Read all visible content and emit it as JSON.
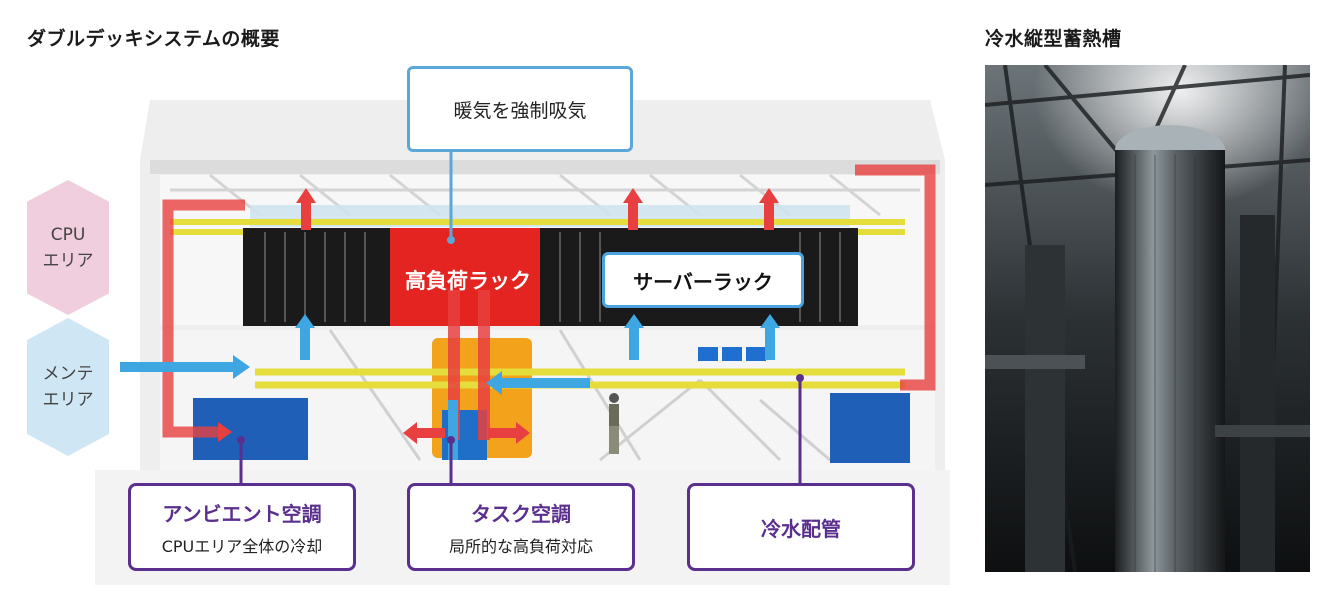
{
  "left_panel": {
    "title": "ダブルデッキシステムの概要"
  },
  "right_panel": {
    "title": "冷水縦型蓄熱槽"
  },
  "zones": {
    "cpu": {
      "line1": "CPU",
      "line2": "エリア"
    },
    "maintenance": {
      "line1": "メンテ",
      "line2": "エリア"
    }
  },
  "callouts": {
    "intake": "暖気を強制吸気",
    "high_load_rack": "高負荷ラック",
    "server_rack": "サーバーラック",
    "ambient": {
      "title": "アンビエント空調",
      "subtitle": "CPUエリア全体の冷却"
    },
    "task": {
      "title": "タスク空調",
      "subtitle": "局所的な高負荷対応"
    },
    "chilled_water": {
      "title": "冷水配管"
    }
  },
  "colors": {
    "accent_purple": "#5a2f8e",
    "accent_blue": "#5aa7d8",
    "hot_air_red": "#e03030",
    "cool_air_blue": "#3ea6e0",
    "pipe_yellow": "#e8e04a"
  }
}
